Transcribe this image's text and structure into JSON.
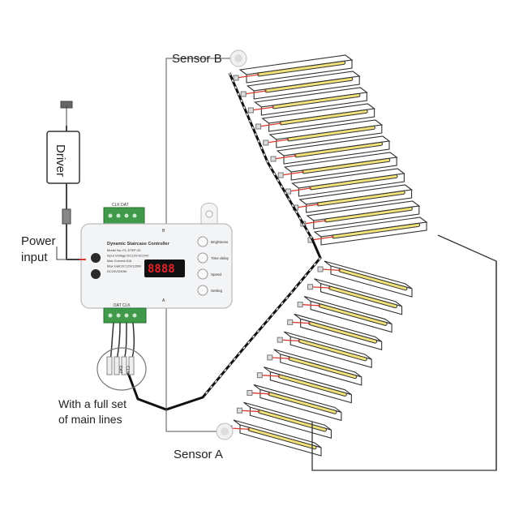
{
  "labels": {
    "sensor_b": "Sensor B",
    "sensor_a": "Sensor A",
    "driver": "Driver",
    "power_input_line1": "Power",
    "power_input_line2": "input",
    "main_lines_line1": "With a full set",
    "main_lines_line2": "of main lines"
  },
  "controller": {
    "title": "Dynamic Staircase Controller",
    "display": "8888",
    "spec_lines": [
      "Model No.:FL-STEP-32",
      "Input Voltage:DC12V-DC24V",
      "Max Current:10A",
      "Max load:DC12V/120W",
      "DC24V/240W"
    ],
    "buttons": [
      {
        "label": "Brightness"
      },
      {
        "label": "Time delay"
      },
      {
        "label": "Speed"
      },
      {
        "label": "Setting"
      }
    ],
    "top_terminal_label": "CLK DAT",
    "bottom_terminal_label": "DAT CLK",
    "side_b": "B",
    "side_a": "A"
  },
  "cable_tags": [
    "DAT",
    "CLK"
  ],
  "colors": {
    "led_strip": "#f1e27a",
    "terminal_green": "#3f9a4a",
    "wire_red": "#d93a2e",
    "display_red": "#e0242a"
  },
  "steps_upper": 11,
  "steps_lower": 10
}
